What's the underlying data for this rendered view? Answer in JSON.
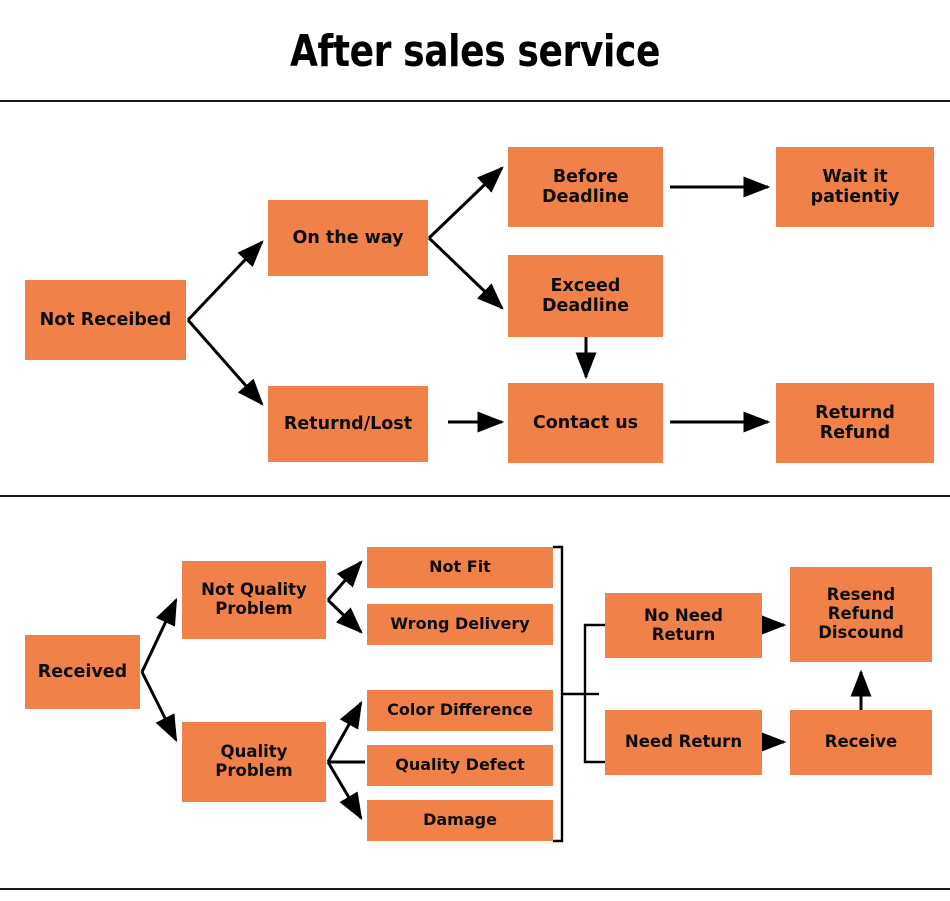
{
  "header": {
    "title": "After sales service"
  },
  "colors": {
    "node_fill": "#F08149",
    "node_text": "#0d0d0d",
    "connector": "#000000",
    "divider": "#1a1a1a",
    "background": "#ffffff"
  },
  "chart_data": {
    "type": "diagram",
    "title": "After sales service",
    "subtype": "flowchart",
    "sections": [
      {
        "id": "not-received",
        "root": "Not Receibed",
        "nodes": [
          "Not Receibed",
          "On the way",
          "Returnd/Lost",
          "Before Deadline",
          "Exceed Deadline",
          "Wait it patientiy",
          "Contact us",
          "Returnd Refund"
        ],
        "edges": [
          {
            "from": "Not Receibed",
            "to": "On the way"
          },
          {
            "from": "Not Receibed",
            "to": "Returnd/Lost"
          },
          {
            "from": "On the way",
            "to": "Before Deadline"
          },
          {
            "from": "On the way",
            "to": "Exceed Deadline"
          },
          {
            "from": "Before Deadline",
            "to": "Wait it patientiy"
          },
          {
            "from": "Exceed Deadline",
            "to": "Contact us"
          },
          {
            "from": "Returnd/Lost",
            "to": "Contact us"
          },
          {
            "from": "Contact us",
            "to": "Returnd Refund"
          }
        ]
      },
      {
        "id": "received",
        "root": "Received",
        "nodes": [
          "Received",
          "Not Quality Problem",
          "Quality Problem",
          "Not Fit",
          "Wrong Delivery",
          "Color Difference",
          "Quality Defect",
          "Damage",
          "No Need Return",
          "Need Return",
          "Resend Refund Discound",
          "Receive"
        ],
        "edges": [
          {
            "from": "Received",
            "to": "Not Quality Problem"
          },
          {
            "from": "Received",
            "to": "Quality Problem"
          },
          {
            "from": "Not Quality Problem",
            "to": "Not Fit"
          },
          {
            "from": "Not Quality Problem",
            "to": "Wrong Delivery"
          },
          {
            "from": "Quality Problem",
            "to": "Color Difference"
          },
          {
            "from": "Quality Problem",
            "to": "Quality Defect"
          },
          {
            "from": "Quality Problem",
            "to": "Damage"
          },
          {
            "from": "all-reasons",
            "to": "No Need Return"
          },
          {
            "from": "all-reasons",
            "to": "Need Return"
          },
          {
            "from": "No Need Return",
            "to": "Resend Refund Discound"
          },
          {
            "from": "Need Return",
            "to": "Receive"
          },
          {
            "from": "Receive",
            "to": "Resend Refund Discound"
          }
        ]
      }
    ]
  },
  "section1": {
    "not_received": "Not Receibed",
    "on_the_way": "On the way",
    "returned_lost": "Returnd/Lost",
    "before_deadline": "Before\nDeadline",
    "exceed_deadline": "Exceed\nDeadline",
    "wait_patiently": "Wait it\npatientiy",
    "contact_us": "Contact us",
    "returnd_refund": "Returnd\nRefund"
  },
  "section2": {
    "received": "Received",
    "not_quality_problem": "Not Quality\nProblem",
    "quality_problem": "Quality\nProblem",
    "not_fit": "Not Fit",
    "wrong_delivery": "Wrong Delivery",
    "color_difference": "Color Difference",
    "quality_defect": "Quality Defect",
    "damage": "Damage",
    "no_need_return": "No Need\nReturn",
    "need_return": "Need Return",
    "resend_refund_discound": "Resend\nRefund\nDiscound",
    "receive": "Receive"
  }
}
